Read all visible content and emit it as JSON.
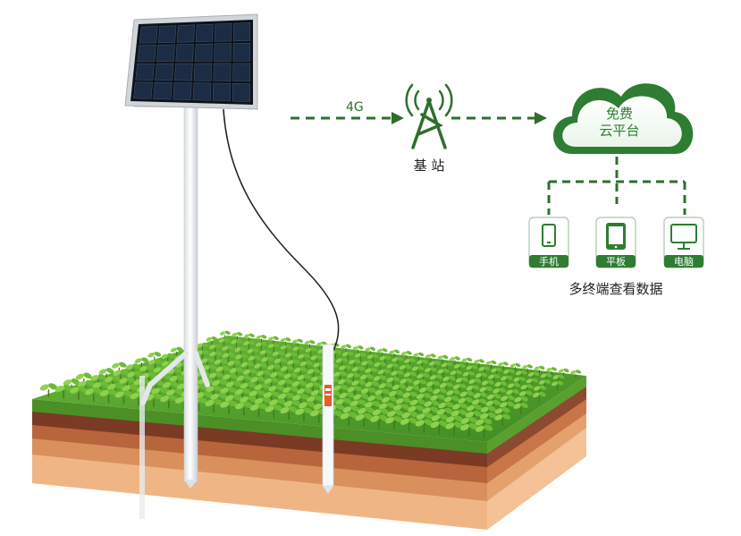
{
  "link": {
    "label": "4G"
  },
  "base_station": {
    "label": "基 站"
  },
  "cloud": {
    "line1": "免费",
    "line2": "云平台"
  },
  "devices": [
    {
      "label": "手机",
      "icon": "phone-icon"
    },
    {
      "label": "平板",
      "icon": "tablet-icon"
    },
    {
      "label": "电脑",
      "icon": "monitor-icon"
    }
  ],
  "caption": "多终端查看数据",
  "colors": {
    "accent_green": "#2e7d32",
    "dash_green": "#2f6e2f",
    "grass": "#4e9a2a",
    "soil_dark": "#7a3a24",
    "soil_mid": "#b8653c",
    "soil_light": "#e9a777"
  }
}
